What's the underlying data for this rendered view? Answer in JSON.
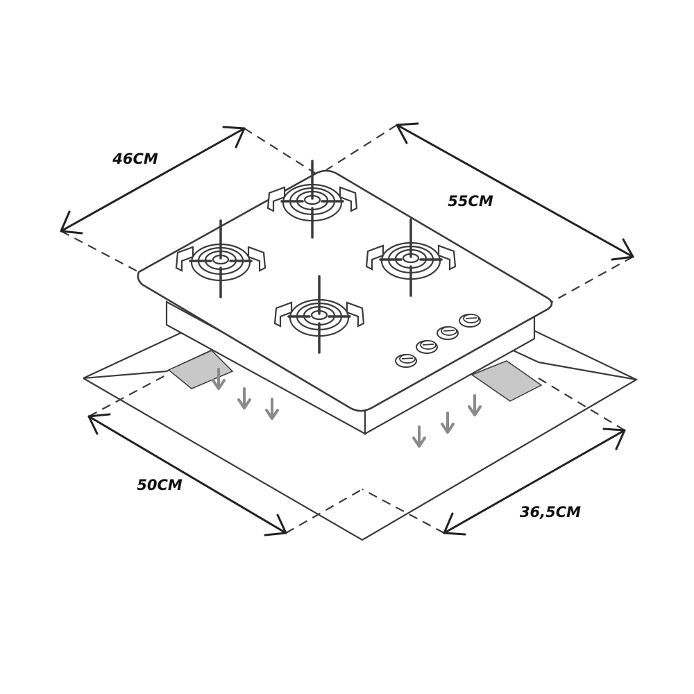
{
  "colors": {
    "line": "#3a3a3a",
    "arrow": "#222222",
    "cutout_fill": "#c8c8c8",
    "flow_arrow": "#8a8a8a",
    "background": "#ffffff"
  },
  "dimensions": {
    "depth_label": "46CM",
    "width_label": "55CM",
    "cutout_width_label": "50CM",
    "cutout_depth_label": "36,5CM"
  },
  "hob": {
    "burner_count": 4,
    "knob_count": 4
  },
  "icons": {
    "burner": "gas-burner-icon",
    "knob": "control-knob-icon",
    "airflow": "down-arrow-icon"
  }
}
